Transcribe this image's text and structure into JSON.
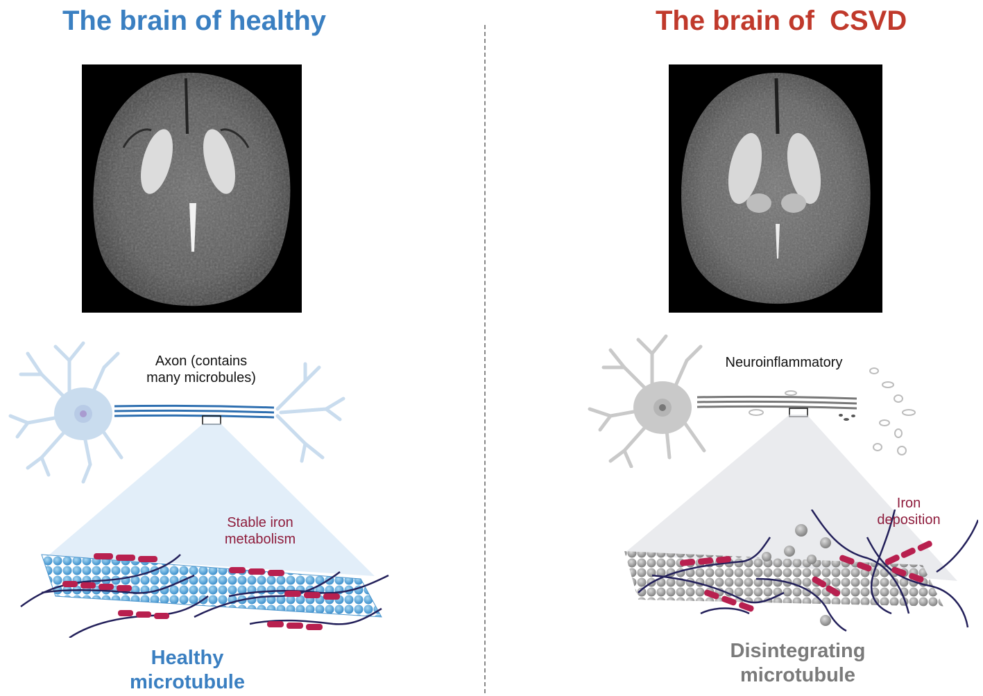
{
  "left_panel": {
    "title": "The brain of healthy",
    "title_color": "#3a7fc1",
    "axon_label": "Axon (contains\nmany microbules)",
    "iron_label": "Stable iron\nmetabolism",
    "microtubule_label": "Healthy\nmicrotubule",
    "microtubule_label_color": "#3a7fc1",
    "neuron_color": "#c9dcee",
    "microtubule_color": "#5aa9db"
  },
  "right_panel": {
    "title": "The brain of  CSVD",
    "title_color": "#c0392b",
    "neuron_label": "Neuroinflammatory",
    "iron_label": "Iron\ndeposition",
    "microtubule_label": "Disintegrating\nmicrotubule",
    "microtubule_label_color": "#7a7a7a",
    "neuron_color": "#c9c9c9",
    "microtubule_color": "#9a9a9a"
  },
  "iron_color": "#b8204f"
}
